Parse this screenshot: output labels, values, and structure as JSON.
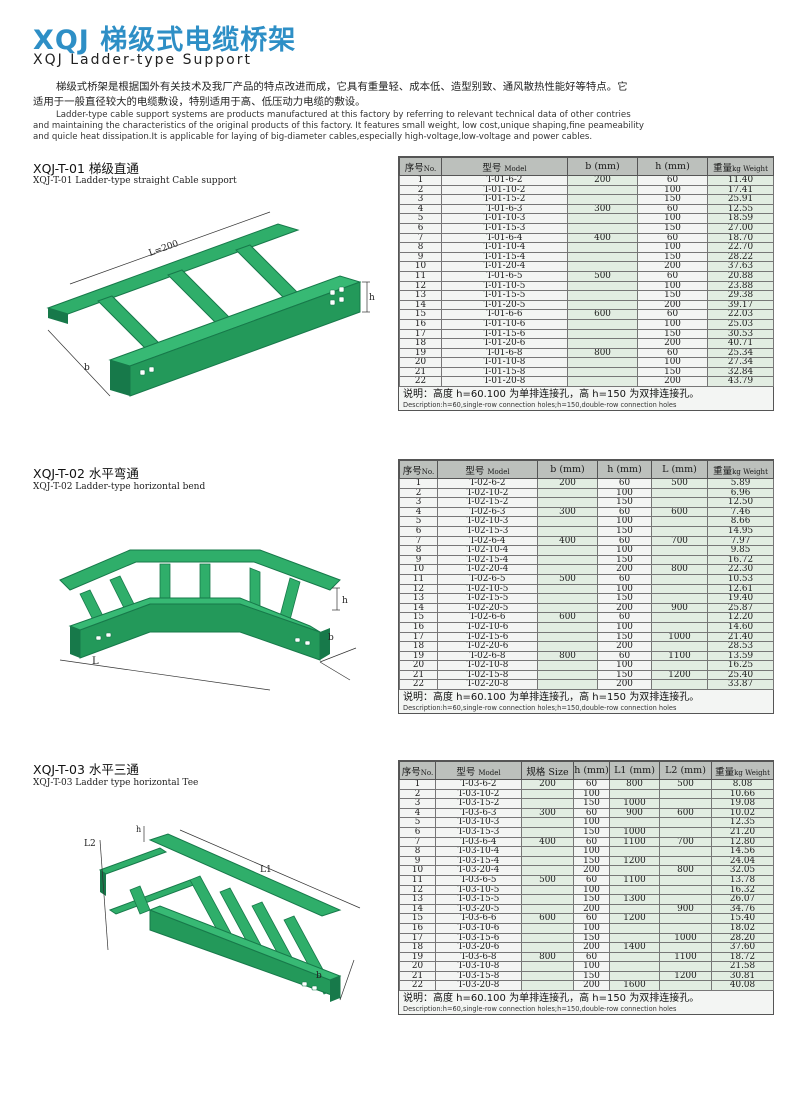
{
  "header": {
    "title_cn": "XQJ 梯级式电缆桥架",
    "title_en": "XQJ Ladder-type Support",
    "intro_cn": [
      "梯级式桥架是根据国外有关技术及我厂产品的特点改进而成，它具有重量轻、成本低、造型别致、通风散热性能好等特点。它",
      "适用于一般直径较大的电缆敷设，特别适用于高、低压动力电缆的敷设。"
    ],
    "intro_en": [
      "Ladder-type cable support systems are products manufactured at this factory by referring to relevant technical data of other contries",
      "and maintaining the characteristics of the original products of this factory. It features small weight, low cost,unique shaping,fine peameability",
      "and quicle heat dissipation.It is applicable for laying of big-diameter cables,especially high-voltage,low-voltage and power cables."
    ]
  },
  "sections": [
    {
      "title_cn": "XQJ-T-01 梯级直通",
      "title_en": "XQJ-T-01 Ladder-type straight Cable support",
      "diagram_labels": {
        "length": "L=200",
        "height": "h",
        "width": "b"
      },
      "headers": {
        "no": "序号",
        "no_en": "No.",
        "model": "型号",
        "model_en": "Model",
        "b": "b (mm)",
        "h": "h (mm)",
        "weight": "重量",
        "weight_en": "kg Weight"
      },
      "rows": [
        [
          "1",
          "T-01-6-2",
          "200",
          "60",
          "11.40"
        ],
        [
          "2",
          "T-01-10-2",
          "",
          "100",
          "17.41"
        ],
        [
          "3",
          "T-01-15-2",
          "",
          "150",
          "25.91"
        ],
        [
          "4",
          "T-01-6-3",
          "300",
          "60",
          "12.55"
        ],
        [
          "5",
          "T-01-10-3",
          "",
          "100",
          "18.59"
        ],
        [
          "6",
          "T-01-15-3",
          "",
          "150",
          "27.00"
        ],
        [
          "7",
          "T-01-6-4",
          "400",
          "60",
          "18.70"
        ],
        [
          "8",
          "T-01-10-4",
          "",
          "100",
          "22.70"
        ],
        [
          "9",
          "T-01-15-4",
          "",
          "150",
          "28.22"
        ],
        [
          "10",
          "T-01-20-4",
          "",
          "200",
          "37.63"
        ],
        [
          "11",
          "T-01-6-5",
          "500",
          "60",
          "20.88"
        ],
        [
          "12",
          "T-01-10-5",
          "",
          "100",
          "23.88"
        ],
        [
          "13",
          "T-01-15-5",
          "",
          "150",
          "29.38"
        ],
        [
          "14",
          "T-01-20-5",
          "",
          "200",
          "39.17"
        ],
        [
          "15",
          "T-01-6-6",
          "600",
          "60",
          "22.03"
        ],
        [
          "16",
          "T-01-10-6",
          "",
          "100",
          "25.03"
        ],
        [
          "17",
          "T-01-15-6",
          "",
          "150",
          "30.53"
        ],
        [
          "18",
          "T-01-20-6",
          "",
          "200",
          "40.71"
        ],
        [
          "19",
          "T-01-6-8",
          "800",
          "60",
          "25.34"
        ],
        [
          "20",
          "T-01-10-8",
          "",
          "100",
          "27.34"
        ],
        [
          "21",
          "T-01-15-8",
          "",
          "150",
          "32.84"
        ],
        [
          "22",
          "T-01-20-8",
          "",
          "200",
          "43.79"
        ]
      ],
      "note_cn": "说明：高度 h=60.100 为单排连接孔，高 h=150 为双排连接孔。",
      "note_en": "Description:h=60,single-row connection holes;h=150,double-row connection holes"
    },
    {
      "title_cn": "XQJ-T-02 水平弯通",
      "title_en": "XQJ-T-02 Ladder-type horizontal bend",
      "diagram_labels": {
        "length": "L",
        "height": "h",
        "width": "b"
      },
      "headers": {
        "no": "序号",
        "no_en": "No.",
        "model": "型号",
        "model_en": "Model",
        "b": "b (mm)",
        "h": "h (mm)",
        "l": "L (mm)",
        "weight": "重量",
        "weight_en": "kg Weight"
      },
      "rows": [
        [
          "1",
          "T-02-6-2",
          "200",
          "60",
          "500",
          "5.89"
        ],
        [
          "2",
          "T-02-10-2",
          "",
          "100",
          "",
          "6.96"
        ],
        [
          "3",
          "T-02-15-2",
          "",
          "150",
          "",
          "12.50"
        ],
        [
          "4",
          "T-02-6-3",
          "300",
          "60",
          "600",
          "7.46"
        ],
        [
          "5",
          "T-02-10-3",
          "",
          "100",
          "",
          "8.66"
        ],
        [
          "6",
          "T-02-15-3",
          "",
          "150",
          "",
          "14.95"
        ],
        [
          "7",
          "T-02-6-4",
          "400",
          "60",
          "700",
          "7.97"
        ],
        [
          "8",
          "T-02-10-4",
          "",
          "100",
          "",
          "9.85"
        ],
        [
          "9",
          "T-02-15-4",
          "",
          "150",
          "",
          "16.72"
        ],
        [
          "10",
          "T-02-20-4",
          "",
          "200",
          "800",
          "22.30"
        ],
        [
          "11",
          "T-02-6-5",
          "500",
          "60",
          "",
          "10.53"
        ],
        [
          "12",
          "T-02-10-5",
          "",
          "100",
          "",
          "12.61"
        ],
        [
          "13",
          "T-02-15-5",
          "",
          "150",
          "",
          "19.40"
        ],
        [
          "14",
          "T-02-20-5",
          "",
          "200",
          "900",
          "25.87"
        ],
        [
          "15",
          "T-02-6-6",
          "600",
          "60",
          "",
          "12.20"
        ],
        [
          "16",
          "T-02-10-6",
          "",
          "100",
          "",
          "14.60"
        ],
        [
          "17",
          "T-02-15-6",
          "",
          "150",
          "1000",
          "21.40"
        ],
        [
          "18",
          "T-02-20-6",
          "",
          "200",
          "",
          "28.53"
        ],
        [
          "19",
          "T-02-6-8",
          "800",
          "60",
          "1100",
          "13.59"
        ],
        [
          "20",
          "T-02-10-8",
          "",
          "100",
          "",
          "16.25"
        ],
        [
          "21",
          "T-02-15-8",
          "",
          "150",
          "1200",
          "25.40"
        ],
        [
          "22",
          "T-02-20-8",
          "",
          "200",
          "",
          "33.87"
        ]
      ],
      "note_cn": "说明：高度 h=60.100 为单排连接孔，高 h=150 为双排连接孔。",
      "note_en": "Description:h=60,single-row connection holes;h=150,double-row connection holes"
    },
    {
      "title_cn": "XQJ-T-03 水平三通",
      "title_en": "XQJ-T-03 Ladder type horizontal Tee",
      "diagram_labels": {
        "l2": "L2",
        "l1": "L1",
        "height": "h",
        "width": "b"
      },
      "headers": {
        "no": "序号",
        "no_en": "No.",
        "model": "型号",
        "model_en": "Model",
        "size": "规格 Size",
        "h": "h (mm)",
        "l1": "L1 (mm)",
        "l2": "L2 (mm)",
        "weight": "重量",
        "weight_en": "kg Weight"
      },
      "rows": [
        [
          "1",
          "T-03-6-2",
          "200",
          "60",
          "800",
          "500",
          "8.08"
        ],
        [
          "2",
          "T-03-10-2",
          "",
          "100",
          "",
          "",
          "10.66"
        ],
        [
          "3",
          "T-03-15-2",
          "",
          "150",
          "1000",
          "",
          "19.08"
        ],
        [
          "4",
          "T-03-6-3",
          "300",
          "60",
          "900",
          "600",
          "10.02"
        ],
        [
          "5",
          "T-03-10-3",
          "",
          "100",
          "",
          "",
          "12.35"
        ],
        [
          "6",
          "T-03-15-3",
          "",
          "150",
          "1000",
          "",
          "21.20"
        ],
        [
          "7",
          "T-03-6-4",
          "400",
          "60",
          "1100",
          "700",
          "12.80"
        ],
        [
          "8",
          "T-03-10-4",
          "",
          "100",
          "",
          "",
          "14.56"
        ],
        [
          "9",
          "T-03-15-4",
          "",
          "150",
          "1200",
          "",
          "24.04"
        ],
        [
          "10",
          "T-03-20-4",
          "",
          "200",
          "",
          "800",
          "32.05"
        ],
        [
          "11",
          "T-03-6-5",
          "500",
          "60",
          "1100",
          "",
          "13.78"
        ],
        [
          "12",
          "T-03-10-5",
          "",
          "100",
          "",
          "",
          "16.32"
        ],
        [
          "13",
          "T-03-15-5",
          "",
          "150",
          "1300",
          "",
          "26.07"
        ],
        [
          "14",
          "T-03-20-5",
          "",
          "200",
          "",
          "900",
          "34.76"
        ],
        [
          "15",
          "T-03-6-6",
          "600",
          "60",
          "1200",
          "",
          "15.40"
        ],
        [
          "16",
          "T-03-10-6",
          "",
          "100",
          "",
          "",
          "18.02"
        ],
        [
          "17",
          "T-03-15-6",
          "",
          "150",
          "",
          "1000",
          "28.20"
        ],
        [
          "18",
          "T-03-20-6",
          "",
          "200",
          "1400",
          "",
          "37.60"
        ],
        [
          "19",
          "T-03-6-8",
          "800",
          "60",
          "",
          "1100",
          "18.72"
        ],
        [
          "20",
          "T-03-10-8",
          "",
          "100",
          "",
          "",
          "21.58"
        ],
        [
          "21",
          "T-03-15-8",
          "",
          "150",
          "",
          "1200",
          "30.81"
        ],
        [
          "22",
          "T-03-20-8",
          "",
          "200",
          "1600",
          "",
          "40.08"
        ]
      ],
      "note_cn": "说明：高度 h=60.100 为单排连接孔，高 h=150 为双排连接孔。",
      "note_en": "Description:h=60,single-row connection holes;h=150,double-row connection holes"
    }
  ],
  "colors": {
    "title": "#2e8fc6",
    "tray_green": "#2fae6a",
    "tray_dark": "#17794a",
    "header_gray": "#bcc0bc",
    "cell_green": "#e2ede2"
  }
}
